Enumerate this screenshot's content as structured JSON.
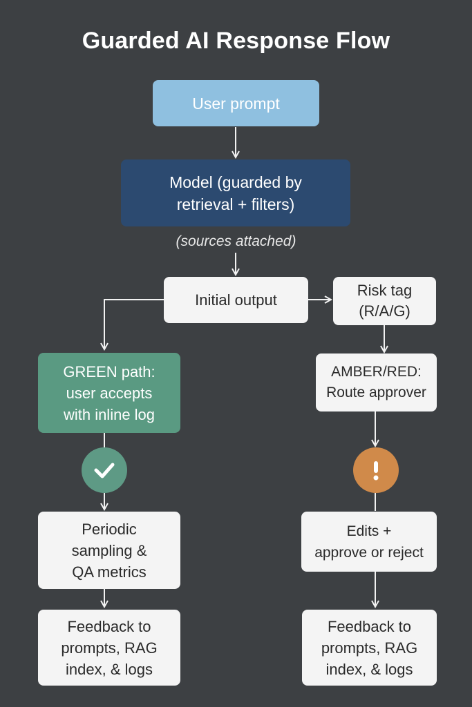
{
  "title": "Guarded AI Response Flow",
  "nodes": {
    "user_prompt": {
      "lines": [
        "User prompt"
      ]
    },
    "model": {
      "lines": [
        "Model (guarded by",
        "retrieval + filters)"
      ]
    },
    "caption": "(sources attached)",
    "initial_output": {
      "lines": [
        "Initial output"
      ]
    },
    "risk_tag": {
      "lines": [
        "Risk tag",
        "(R/A/G)"
      ]
    },
    "green_path": {
      "lines": [
        "GREEN path:",
        "user accepts",
        "with inline log"
      ]
    },
    "amber_red": {
      "lines": [
        "AMBER/RED:",
        "Route approver"
      ]
    },
    "periodic": {
      "lines": [
        "Periodic",
        "sampling &",
        "QA metrics"
      ]
    },
    "edits": {
      "lines": [
        "Edits +",
        "approve or reject"
      ]
    },
    "feedback_left": {
      "lines": [
        "Feedback to",
        "prompts, RAG",
        "index, & logs"
      ]
    },
    "feedback_right": {
      "lines": [
        "Feedback to",
        "prompts, RAG",
        "index, & logs"
      ]
    }
  },
  "badges": {
    "green": {
      "icon": "checkmark-icon",
      "color": "#5e9a85"
    },
    "amber": {
      "icon": "exclamation-icon",
      "color": "#d08a4a"
    }
  },
  "colors": {
    "background": "#3d4043",
    "user_prompt": "#8fc0e0",
    "model": "#2c4a70",
    "green_path": "#5a9a82",
    "light_box": "#f4f4f4",
    "connector": "#f2f2f2"
  }
}
